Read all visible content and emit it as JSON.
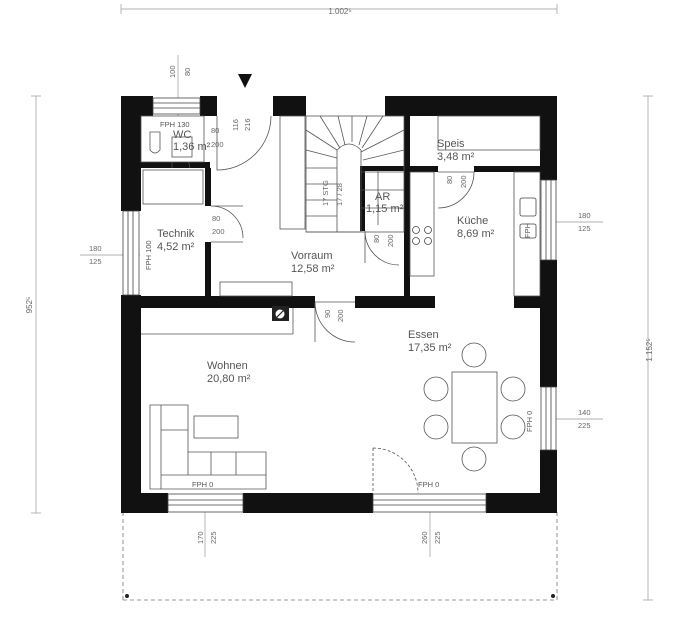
{
  "dimensions": {
    "top_total": "1.002⁵",
    "left_total": "952⁵",
    "right_total": "1.152⁵"
  },
  "rooms": {
    "wc": {
      "name": "WC",
      "area": "1,36 m²"
    },
    "technik": {
      "name": "Technik",
      "area": "4,52 m²"
    },
    "vorraum": {
      "name": "Vorraum",
      "area": "12,58 m²"
    },
    "ar": {
      "name": "AR",
      "area": "1,15 m²"
    },
    "speis": {
      "name": "Speis",
      "area": "3,48 m²"
    },
    "kueche": {
      "name": "Küche",
      "area": "8,69 m²"
    },
    "essen": {
      "name": "Essen",
      "area": "17,35 m²"
    },
    "wohnen": {
      "name": "Wohnen",
      "area": "20,80 m²"
    }
  },
  "stairs": {
    "label1": "17 STG",
    "label2": "17 / 28"
  },
  "openings": {
    "window_top_100": "100",
    "window_top_80": "80",
    "fph_wc": "FPH 130",
    "wc_door_80": "80",
    "wc_door_200": "200",
    "entry_116": "116",
    "entry_216": "216",
    "technik_door_80": "80",
    "technik_door_200": "200",
    "technik_fph": "FPH 100",
    "left_win_180": "180",
    "left_win_125": "125",
    "vorraum_door_90": "90",
    "vorraum_door_200": "200",
    "speis_door_80": "80",
    "speis_door_200": "200",
    "ar_door_80": "80",
    "ar_door_200": "200",
    "kueche_fph": "FPH",
    "kueche_win_180": "180",
    "kueche_win_125": "125",
    "essen_fph": "FPH 0",
    "essen_win_140": "140",
    "essen_win_225": "225",
    "bottom_fph_left": "FPH 0",
    "bottom_fph_right": "FPH 0",
    "bottom_win_170": "170",
    "bottom_win_225a": "225",
    "bottom_win_260": "260",
    "bottom_win_225b": "225"
  }
}
